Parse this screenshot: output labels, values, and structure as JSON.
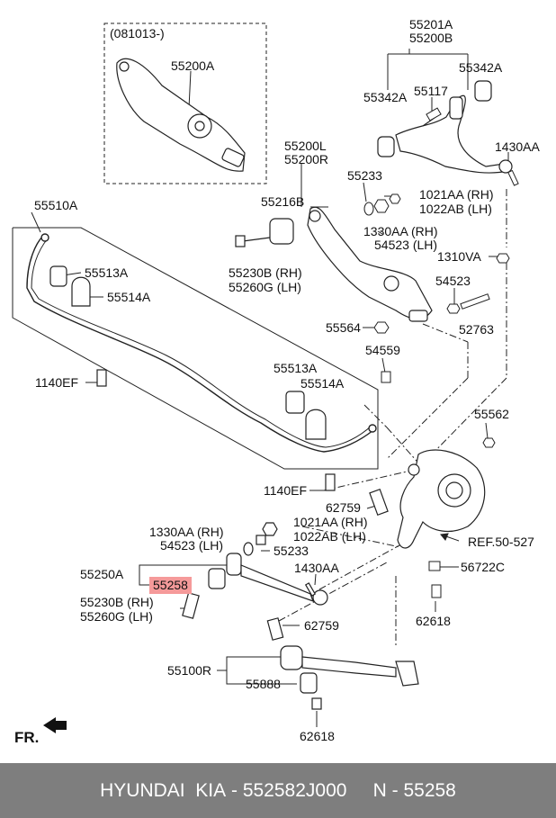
{
  "labels": {
    "inset_date": "(081013-)",
    "p55200A": "55200A",
    "p55201A": "55201A",
    "p55200B": "55200B",
    "p55342A_r": "55342A",
    "p55342A_l": "55342A",
    "p55117": "55117",
    "p1430AA_t": "1430AA",
    "p55200L": "55200L",
    "p55200R": "55200R",
    "p55233_t": "55233",
    "p55216B": "55216B",
    "p1021AA_t": "1021AA (RH)",
    "p1022AB_t": "1022AB (LH)",
    "p1330AA_t": "1330AA (RH)",
    "p54523_t": "54523 (LH)",
    "p1310VA": "1310VA",
    "p55510A": "55510A",
    "p55513A_t": "55513A",
    "p55514A_t": "55514A",
    "p55230B_t": "55230B (RH)",
    "p55260G_t": "55260G (LH)",
    "p54523_m": "54523",
    "p55564": "55564",
    "p52763": "52763",
    "p54559": "54559",
    "p1140EF_t": "1140EF",
    "p55513A_b": "55513A",
    "p55514A_b": "55514A",
    "p55562": "55562",
    "p1140EF_b": "1140EF",
    "p62759_t": "62759",
    "p1330AA_b": "1330AA (RH)",
    "p54523_b": "54523 (LH)",
    "p1021AA_b": "1021AA (RH)",
    "p1022AB_b": "1022AB (LH)",
    "p55233_b": "55233",
    "ref": "REF.50-527",
    "p55250A": "55250A",
    "p1430AA_b": "1430AA",
    "p55258": "55258",
    "p56722C": "56722C",
    "p55230B_b": "55230B (RH)",
    "p55260G_b": "55260G (LH)",
    "p62618_r": "62618",
    "p62759_b": "62759",
    "p55100R": "55100R",
    "p55888": "55888",
    "p62618_b": "62618",
    "fr": "FR."
  },
  "footer": {
    "brand": "HYUNDAI  KIA",
    "sep1": " - ",
    "part_number": "552582J000",
    "gap": "     ",
    "n_label": "N - ",
    "part_code": "55258"
  }
}
